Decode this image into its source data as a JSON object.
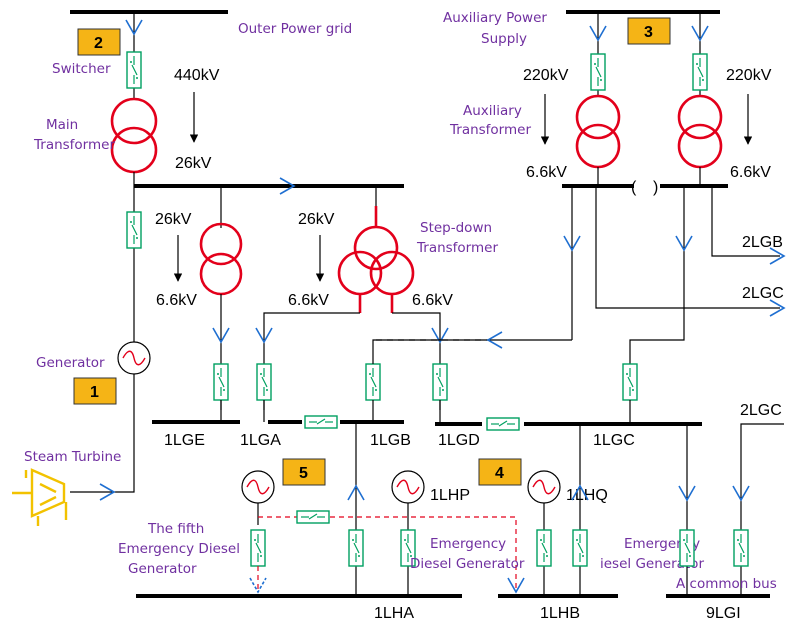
{
  "sources": {
    "outer_grid": "Outer Power grid",
    "aux_supply_line1": "Auxiliary Power",
    "aux_supply_line2": "Supply"
  },
  "components": {
    "switcher": "Switcher",
    "main_transformer_line1": "Main",
    "main_transformer_line2": "Transformer",
    "aux_transformer_line1": "Auxiliary",
    "aux_transformer_line2": "Transformer",
    "stepdown_line1": "Step-down",
    "stepdown_line2": "Transformer",
    "generator": "Generator",
    "steam_turbine": "Steam Turbine",
    "fifth_edg_line1": "The fifth",
    "fifth_edg_line2": "Emergency Diesel",
    "fifth_edg_line3": "Generator",
    "edg_a_line1": "Emergency",
    "edg_a_line2": "Diesel Generator",
    "edg_b_line1": "Emergency",
    "edg_b_line2": "iesel Generator",
    "common_bus": "A common bus"
  },
  "voltages": {
    "v440": "440kV",
    "v26_main": "26kV",
    "v26_a": "26kV",
    "v66_a": "6.6kV",
    "v26_b": "26kV",
    "v66_b": "6.6kV",
    "v66_c": "6.6kV",
    "v220_a": "220kV",
    "v66_d": "6.6kV",
    "v220_b": "220kV",
    "v66_e": "6.6kV"
  },
  "buses": {
    "lge": "1LGE",
    "lga": "1LGA",
    "lgb": "1LGB",
    "lgd": "1LGD",
    "lgc": "1LGC",
    "lha": "1LHA",
    "lhb": "1LHB",
    "lgi": "9LGI",
    "lhp": "1LHP",
    "lhq": "1LHQ",
    "out_lgb": "2LGB",
    "out_lgc": "2LGC",
    "in_lgc": "2LGC"
  },
  "badges": {
    "b1": "1",
    "b2": "2",
    "b3": "3",
    "b4": "4",
    "b5": "5"
  },
  "colors": {
    "bus": "#000000",
    "breaker": "#00a060",
    "transformer": "#e3001b",
    "arrow": "#1f6fd1",
    "label": "#7030a0",
    "badge": "#f5b416",
    "turbine": "#f2c200"
  }
}
